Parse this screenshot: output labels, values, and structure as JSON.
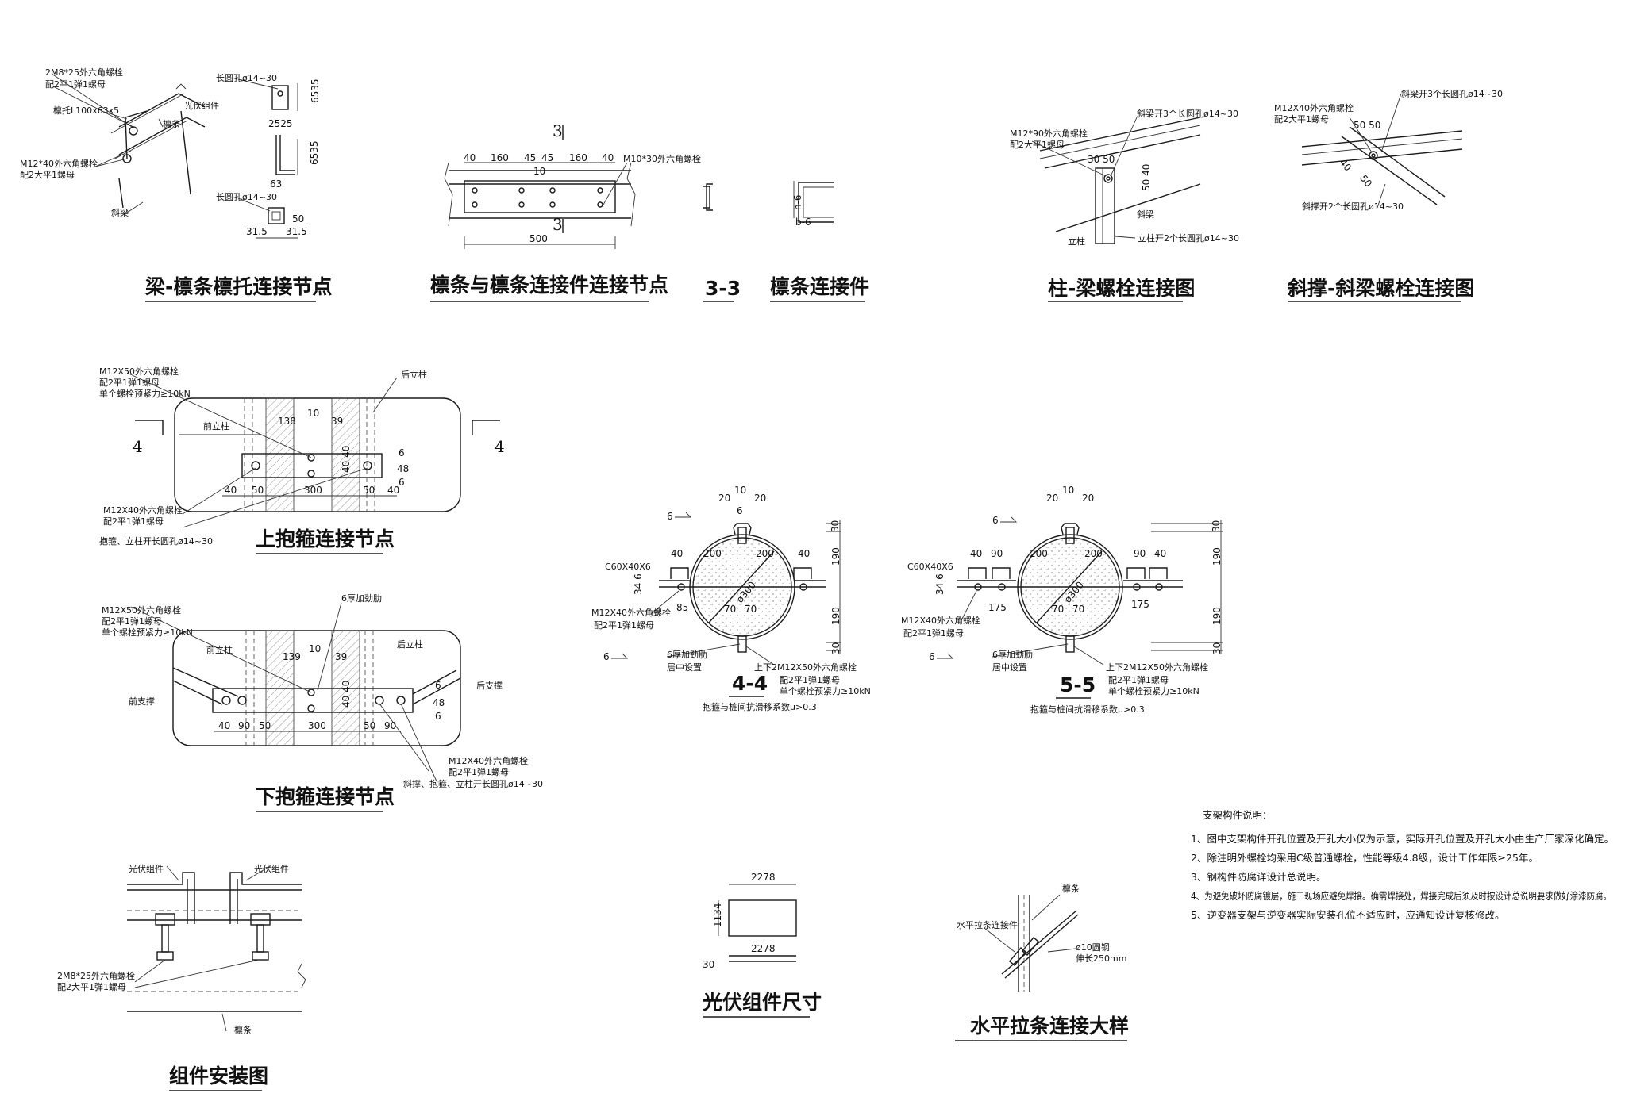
{
  "titles": {
    "beam_purlin": "梁-檩条檩托连接节点",
    "purlin_conn": "檩条与檩条连接件连接节点",
    "sec33": "3-3",
    "purlin_piece": "檩条连接件",
    "col_beam": "柱-梁螺栓连接图",
    "brace_beam": "斜撑-斜梁螺栓连接图",
    "upper_hoop": "上抱箍连接节点",
    "lower_hoop": "下抱箍连接节点",
    "sec44": "4-4",
    "sec55": "5-5",
    "module_install": "组件安装图",
    "pv_size": "光伏组件尺寸",
    "tie_rod": "水平拉条连接大样"
  },
  "labels": {
    "bp_bolt1": "2M8*25外六角螺栓",
    "bp_washer1": "配2平1弹1螺母",
    "bp_angle": "檩托L100x63x5",
    "bp_pv": "光伏组件",
    "bp_purlin": "檩条",
    "bp_bolt2": "M12*40外六角螺栓",
    "bp_washer2": "配2大平1螺母",
    "bp_beam": "斜梁",
    "slot1": "长圆孔ø14~30",
    "slot2": "长圆孔ø14~30",
    "d_6535a": "6535",
    "d_2525": "2525",
    "d_6535b": "6535",
    "d_63": "63",
    "d_50": "50",
    "d_315a": "31.5",
    "d_315b": "31.5",
    "pc_mark_top": "3",
    "pc_mark_bot": "3",
    "pc_bolt": "M10*30外六角螺栓",
    "pc_d40a": "40",
    "pc_d160a": "160",
    "pc_d45a": "45",
    "pc_d45b": "45",
    "pc_d10": "10",
    "pc_d160b": "160",
    "pc_d40b": "40",
    "pc_d500": "500",
    "pp_h6": "h-6",
    "pp_b6": "b-6",
    "cb_bolt": "M12*90外六角螺栓",
    "cb_washer": "配2大平1螺母",
    "cb_slot3": "斜梁开3个长圆孔ø14~30",
    "cb_d3050": "30 50",
    "cb_d5040": "50 40",
    "cb_beam": "斜梁",
    "cb_col": "立柱",
    "cb_slot2": "立柱开2个长圆孔ø14~30",
    "bb_bolt": "M12X40外六角螺栓",
    "bb_washer": "配2大平1螺母",
    "bb_slot3": "斜梁开3个长圆孔ø14~30",
    "bb_d5050": "50 50",
    "bb_d40": "40",
    "bb_d50": "50",
    "bb_slot2": "斜撑开2个长圆孔ø14~30",
    "uh_bolt1": "M12X50外六角螺栓",
    "uh_washer1": "配2平1弹1螺母",
    "uh_force1": "单个螺栓预紧力≥10kN",
    "uh_back": "后立柱",
    "uh_front": "前立柱",
    "uh_d138": "138",
    "uh_d10": "10",
    "uh_d39": "39",
    "uh_d6": "6",
    "uh_d48": "48",
    "uh_d6b": "6",
    "uh_d4040": "40 40",
    "uh_d40a": "40",
    "uh_d50a": "50",
    "uh_d300": "300",
    "uh_d50b": "50",
    "uh_d40b": "40",
    "uh_bolt2": "M12X40外六角螺栓",
    "uh_washer2": "配2平1弹1螺母",
    "uh_slot": "抱箍、立柱开长圆孔ø14~30",
    "sec4_left": "4",
    "sec4_right": "4",
    "lh_bolt1": "M12X50外六角螺栓",
    "lh_washer1": "配2平1弹1螺母",
    "lh_force1": "单个螺栓预紧力≥10kN",
    "lh_plate": "6厚加劲肋",
    "lh_back": "后立柱",
    "lh_front": "前立柱",
    "lh_brace_front": "前支撑",
    "lh_brace_back": "后支撑",
    "lh_d139": "139",
    "lh_d10": "10",
    "lh_d39": "39",
    "lh_d6": "6",
    "lh_d48": "48",
    "lh_d6b": "6",
    "lh_d4040": "40 40",
    "lh_d40": "40",
    "lh_d90a": "90",
    "lh_d50a": "50",
    "lh_d300": "300",
    "lh_d50b": "50",
    "lh_d90b": "90",
    "lh_bolt2": "M12X40外六角螺栓",
    "lh_washer2": "配2平1弹1螺母",
    "lh_slot": "斜撑、抱箍、立柱开长圆孔ø14~30",
    "s4_d10": "10",
    "s4_d20a": "20",
    "s4_d20b": "20",
    "s4_d6a": "6",
    "s4_d6b": "6",
    "s4_d6c": "6",
    "s4_d40a": "40",
    "s4_d200a": "200",
    "s4_d200b": "200",
    "s4_d40b": "40",
    "s4_channel": "C60X40X6",
    "s4_d346": "34 6",
    "s4_dia": "ø300",
    "s4_d85": "85",
    "s4_d70a": "70",
    "s4_d70b": "70",
    "s4_d30a": "30",
    "s4_d190a": "190",
    "s4_d190b": "190",
    "s4_d30b": "30",
    "s4_bolt1": "M12X40外六角螺栓",
    "s4_washer1": "配2平1弹1螺母",
    "s4_plate": "6厚加劲肋",
    "s4_mid": "居中设置",
    "s4_bolt2": "上下2M12X50外六角螺栓",
    "s4_washer2": "配2平1弹1螺母",
    "s4_force": "单个螺栓预紧力≥10kN",
    "s4_friction": "抱箍与桩间抗滑移系数μ>0.3",
    "s5_d10": "10",
    "s5_d20a": "20",
    "s5_d20b": "20",
    "s5_d6a": "6",
    "s5_d6b": "6",
    "s5_d40a": "40",
    "s5_d90a": "90",
    "s5_d200a": "200",
    "s5_d200b": "200",
    "s5_d90b": "90",
    "s5_d40b": "40",
    "s5_channel": "C60X40X6",
    "s5_d346": "34 6",
    "s5_dia": "ø300",
    "s5_d175a": "175",
    "s5_d175b": "175",
    "s5_d70a": "70",
    "s5_d70b": "70",
    "s5_d30a": "30",
    "s5_d190a": "190",
    "s5_d190b": "190",
    "s5_d30b": "30",
    "s5_bolt1": "M12X40外六角螺栓",
    "s5_washer1": "配2平1弹1螺母",
    "s5_plate": "6厚加劲肋",
    "s5_mid": "居中设置",
    "s5_bolt2": "上下2M12X50外六角螺栓",
    "s5_washer2": "配2平1弹1螺母",
    "s5_force": "单个螺栓预紧力≥10kN",
    "s5_friction": "抱箍与桩间抗滑移系数μ>0.3",
    "mi_pv1": "光伏组件",
    "mi_pv2": "光伏组件",
    "mi_bolt": "2M8*25外六角螺栓",
    "mi_washer": "配2大平1弹1螺母",
    "mi_purlin": "檩条",
    "pv_w_top": "2278",
    "pv_h": "1134",
    "pv_w_bot": "2278",
    "pv_t": "30",
    "tr_purlin": "檩条",
    "tr_clip": "水平拉条连接件",
    "tr_rod": "ø10圆钢",
    "tr_len": "伸长250mm"
  },
  "notes": {
    "heading": "支架构件说明：",
    "items": [
      "1、图中支架构件开孔位置及开孔大小仅为示意，实际开孔位置及开孔大小由生产厂家深化确定。",
      "2、除注明外螺栓均采用C级普通螺栓，性能等级4.8级，设计工作年限≥25年。",
      "3、钢构件防腐详设计总说明。",
      "4、为避免破坏防腐镀层，施工现场应避免焊接。确需焊接处，焊接完成后须及时按设计总说明要求做好涂漆防腐。",
      "5、逆变器支架与逆变器实际安装孔位不适应时，应通知设计复核修改。"
    ]
  }
}
